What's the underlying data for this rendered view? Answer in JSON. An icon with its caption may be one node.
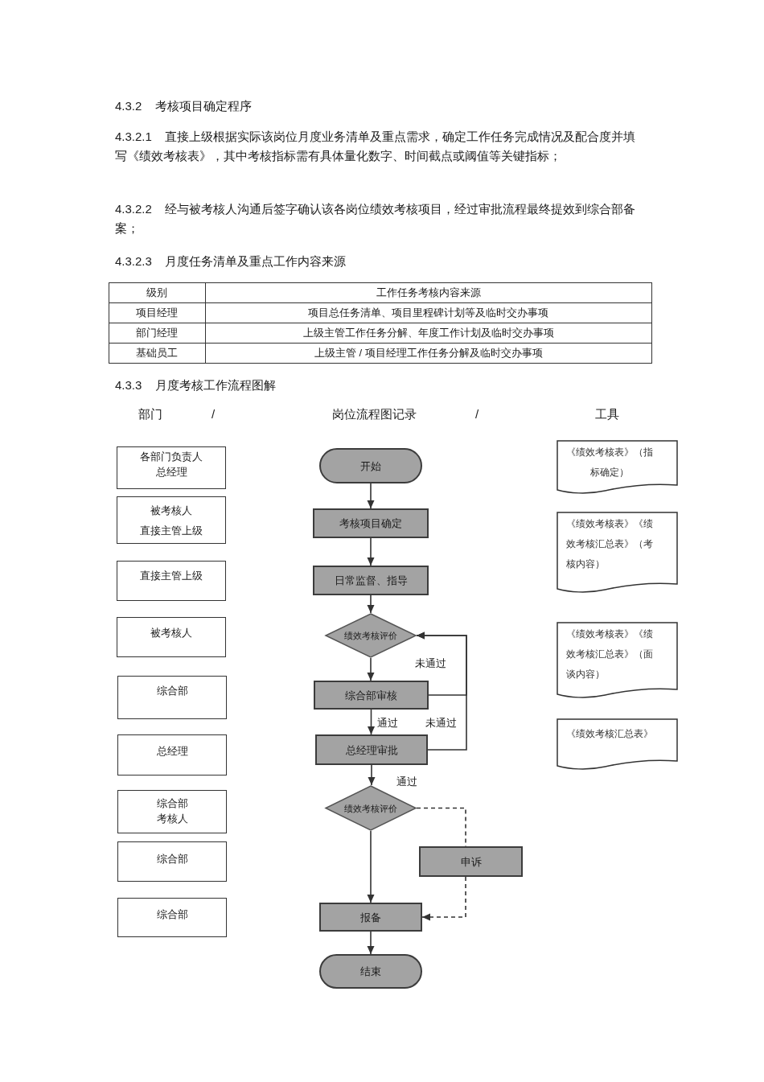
{
  "diagram": {
    "nodes": [
      {
        "text": [
          "各部门负责人",
          "总经理"
        ]
      },
      {
        "text": [
          "被考核人",
          "直接主管上级"
        ]
      },
      {
        "text": [
          "直接主管上级"
        ]
      },
      {
        "text": [
          "被考核人"
        ]
      },
      {
        "text": [
          "综合部"
        ]
      },
      {
        "text": [
          "总经理"
        ]
      },
      {
        "text": [
          "综合部",
          "考核人"
        ]
      },
      {
        "text": [
          "综合部"
        ]
      },
      {
        "text": [
          "综合部"
        ]
      },
      {
        "text": [
          "开始"
        ]
      },
      {
        "text": [
          "考核项目确定"
        ]
      },
      {
        "text": [
          "日常监督、指导"
        ]
      },
      {
        "text": [
          "绩效考核评价"
        ]
      },
      {
        "text": [
          "综合部审核"
        ]
      },
      {
        "text": [
          "总经理审批"
        ]
      },
      {
        "text": [
          "绩效考核评价"
        ]
      },
      {
        "text": [
          "申诉"
        ]
      },
      {
        "text": [
          "报备"
        ]
      },
      {
        "text": [
          "结束"
        ]
      },
      {
        "text": [
          "《绩效考核表》（指标确定）"
        ]
      },
      {
        "text": [
          "《绩效考核表》《绩效考核汇总表》（考核内容）"
        ]
      },
      {
        "text": [
          "《绩效考核表》《绩效考核汇总表》（面谈内容）"
        ]
      },
      {
        "text": [
          "《绩效考核汇总表》"
        ]
      }
    ],
    "edges": [
      {
        "from": 9,
        "to": 10,
        "arrow": "to"
      },
      {
        "from": 10,
        "to": 11,
        "arrow": "to"
      },
      {
        "from": 11,
        "to": 12,
        "arrow": "to"
      },
      {
        "from": 12,
        "to": 13,
        "arrow": "to"
      },
      {
        "from": 13,
        "to": 12,
        "arrow": "to",
        "label": "未通过"
      },
      {
        "from": 13,
        "to": 14,
        "arrow": "to",
        "label": "通过"
      },
      {
        "from": 14,
        "to": 12,
        "arrow": "to",
        "label": "未通过"
      },
      {
        "from": 14,
        "to": 15,
        "arrow": "to",
        "label": "通过"
      },
      {
        "from": 15,
        "to": 17,
        "arrow": "to"
      },
      {
        "from": 15,
        "to": 16,
        "arrow": "none",
        "style": "dashed"
      },
      {
        "from": 16,
        "to": 17,
        "arrow": "to",
        "style": "dashed"
      },
      {
        "from": 17,
        "to": 18,
        "arrow": "to"
      }
    ],
    "labels": [
      "4.3.2 考核项目确定程序",
      "4.3.2.1 直接上级根据实际该岗位月度业务清单及重点需求，确定工作任务完成情况及配合度并填写《绩效考核表》，其中考核指标需有具体量化数字、时间截点或阈值等关键指标；",
      "4.3.2.2 经与被考核人沟通后签字确认该各岗位绩效考核项目，经过审批流程最终提效到综合部备案；",
      "4.3.2.3 月度任务清单及重点工作内容来源",
      "级别",
      "工作任务考核内容来源",
      "项目经理",
      "项目总任务清单、项目里程碑计划等及临时交办事项",
      "部门经理",
      "上级主管工作任务分解、年度工作计划及临时交办事项",
      "基础员工",
      "上级主管 / 项目经理工作任务分解及临时交办事项",
      "4.3.3 月度考核工作流程图解",
      "部门",
      "/",
      "岗位流程图记录",
      "/",
      "工具"
    ]
  }
}
